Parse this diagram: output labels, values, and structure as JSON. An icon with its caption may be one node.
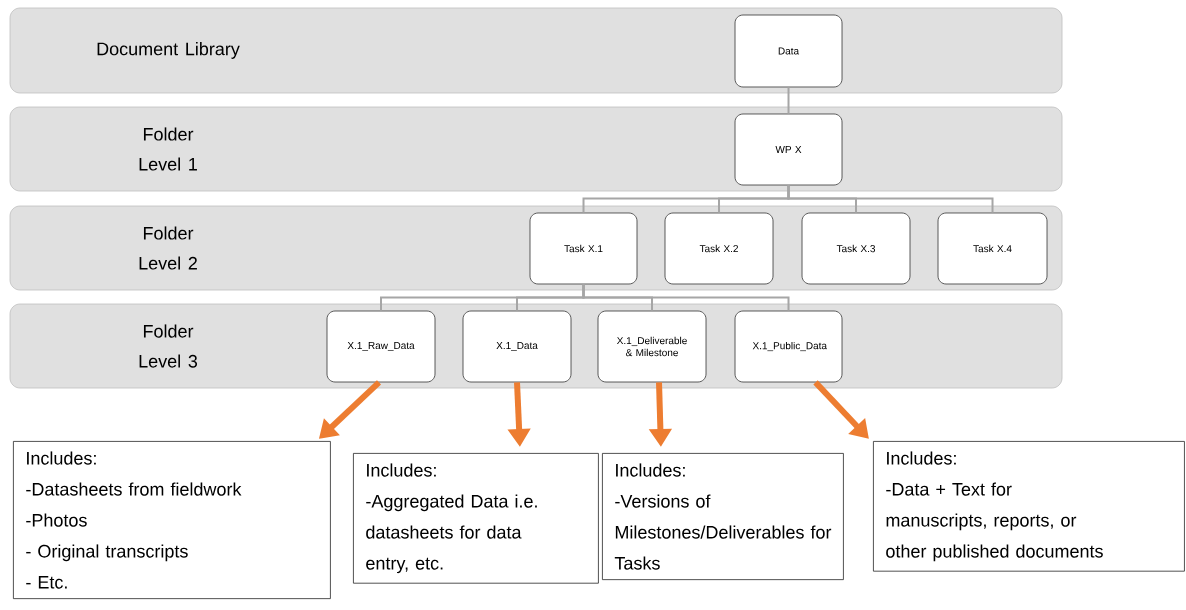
{
  "diagram": {
    "nodes": [
      {
        "text": [
          "Document Library"
        ]
      },
      {
        "text": [
          "Data"
        ],
        "in": 0
      },
      {
        "text": [
          "Folder Level 1"
        ]
      },
      {
        "text": [
          "WP X"
        ],
        "in": 2
      },
      {
        "text": [
          "Folder Level 2"
        ]
      },
      {
        "text": [
          "Task X.1"
        ],
        "in": 4
      },
      {
        "text": [
          "Task X.2"
        ],
        "in": 4
      },
      {
        "text": [
          "Task X.3"
        ],
        "in": 4
      },
      {
        "text": [
          "Task X.4"
        ],
        "in": 4
      },
      {
        "text": [
          "Folder Level 3"
        ]
      },
      {
        "text": [
          "X.1_Raw_Data"
        ],
        "in": 9
      },
      {
        "text": [
          "X.1_Data"
        ],
        "in": 9
      },
      {
        "text": [
          "X.1_Deliverable & Milestone"
        ],
        "in": 9
      },
      {
        "text": [
          "X.1_Public_Data"
        ],
        "in": 9
      },
      {
        "text": [
          "Includes:",
          "-Datasheets from fieldwork",
          "-Photos",
          "- Original transcripts",
          "- Etc."
        ]
      },
      {
        "text": [
          "Includes:",
          "-Aggregated Data i.e. datasheets for data entry, etc."
        ]
      },
      {
        "text": [
          "Includes:",
          "-Versions of Milestones/Deliverables for Tasks"
        ]
      },
      {
        "text": [
          "Includes:",
          "-Data + Text for manuscripts, reports, or other published documents"
        ]
      }
    ],
    "edges": [
      {
        "from": 1,
        "to": 3,
        "arrow": "none"
      },
      {
        "from": 3,
        "to": 5,
        "arrow": "none"
      },
      {
        "from": 3,
        "to": 6,
        "arrow": "none"
      },
      {
        "from": 3,
        "to": 7,
        "arrow": "none"
      },
      {
        "from": 3,
        "to": 8,
        "arrow": "none"
      },
      {
        "from": 5,
        "to": 10,
        "arrow": "none"
      },
      {
        "from": 5,
        "to": 11,
        "arrow": "none"
      },
      {
        "from": 5,
        "to": 12,
        "arrow": "none"
      },
      {
        "from": 5,
        "to": 13,
        "arrow": "none"
      },
      {
        "from": 10,
        "to": 14,
        "arrow": "to",
        "style": "thick",
        "color": "#ed7d31"
      },
      {
        "from": 11,
        "to": 15,
        "arrow": "to",
        "style": "thick",
        "color": "#ed7d31"
      },
      {
        "from": 12,
        "to": 16,
        "arrow": "to",
        "style": "thick",
        "color": "#ed7d31"
      },
      {
        "from": 13,
        "to": 17,
        "arrow": "to",
        "style": "thick",
        "color": "#ed7d31"
      }
    ]
  }
}
